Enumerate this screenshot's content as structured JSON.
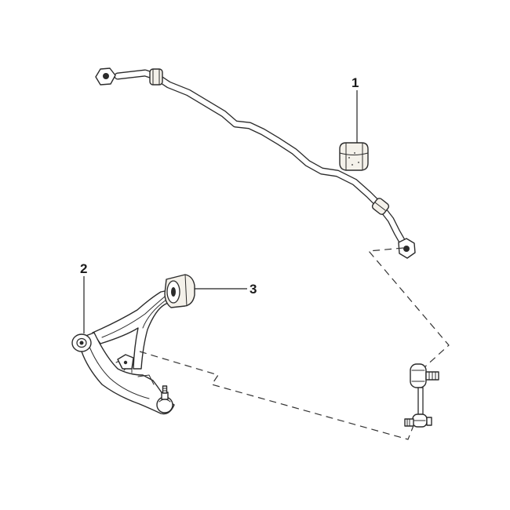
{
  "callouts": {
    "part_1": "1",
    "part_2": "2",
    "part_3": "3"
  },
  "colors": {
    "line": "#2b2b2b",
    "bushing_fill": "#f4f1ea",
    "background": "#ffffff"
  }
}
